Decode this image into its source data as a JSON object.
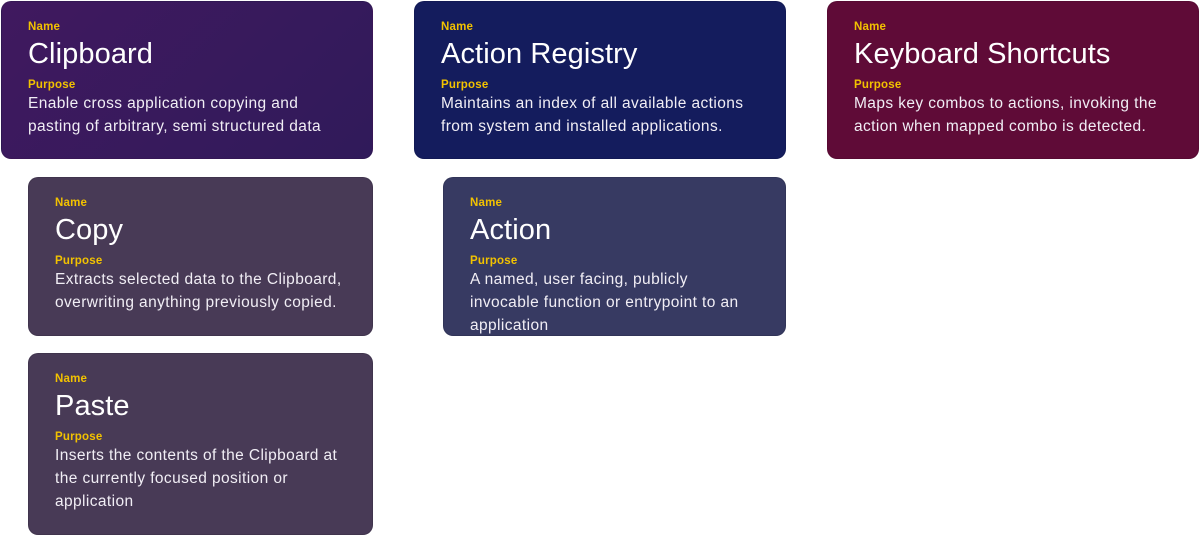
{
  "labels": {
    "name": "Name",
    "purpose": "Purpose"
  },
  "colors": {
    "label_accent": "#f2c200",
    "clipboard_bg": "#3a1a5e",
    "action_registry_bg": "#141c5d",
    "keyboard_shortcuts_bg": "#5f0b37",
    "copy_bg": "#483a56",
    "action_bg": "#373a62",
    "paste_bg": "#483a56"
  },
  "cards": {
    "clipboard": {
      "name": "Clipboard",
      "purpose": "Enable cross application copying and pasting of arbitrary, semi structured data"
    },
    "action_registry": {
      "name": "Action Registry",
      "purpose": "Maintains an index of all available actions from system and installed applications."
    },
    "keyboard_shortcuts": {
      "name": "Keyboard Shortcuts",
      "purpose": "Maps key combos to actions, invoking the action when mapped combo is detected."
    },
    "copy": {
      "name": "Copy",
      "purpose": "Extracts selected data to the Clipboard, overwriting anything previously copied."
    },
    "action": {
      "name": "Action",
      "purpose": "A named, user facing, publicly invocable function or entrypoint to an application"
    },
    "paste": {
      "name": "Paste",
      "purpose": "Inserts the contents of the Clipboard at the currently focused position or application"
    }
  }
}
